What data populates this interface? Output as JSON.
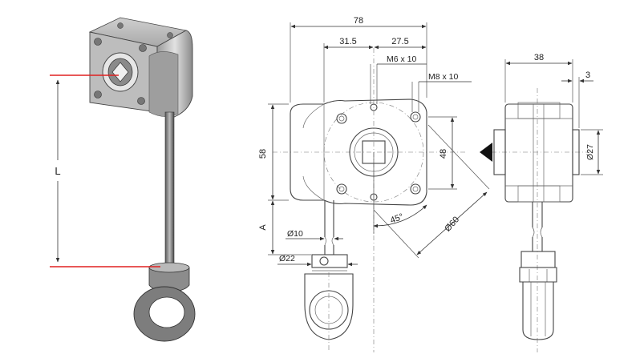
{
  "colors": {
    "line": "#333333",
    "accent_red": "#e02020",
    "body_fill": "#d8d8d8",
    "metal_dark": "#6b6b6b"
  },
  "left_view": {
    "length_label": "L"
  },
  "front_view": {
    "dimensions": {
      "overall_width": "78",
      "left_offset": "31.5",
      "right_offset": "27.5",
      "thread_small": "M6 x 10",
      "thread_large": "M8 x 10",
      "height": "58",
      "square": "48",
      "a_label": "A",
      "shaft_dia": "Ø10",
      "collar_dia": "Ø22",
      "angle": "45°",
      "bolt_circle": "Ø60"
    }
  },
  "side_view": {
    "dimensions": {
      "width": "38",
      "flange": "3",
      "boss_dia": "Ø27"
    }
  }
}
